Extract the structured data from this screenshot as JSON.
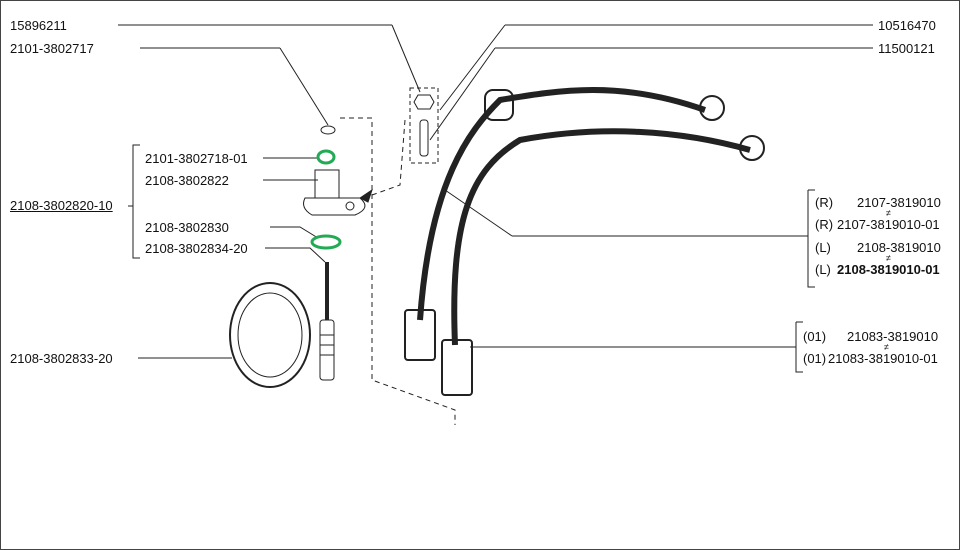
{
  "labels": {
    "top_left_1": "15896211",
    "top_left_2": "2101-3802717",
    "top_right_1": "10516470",
    "top_right_2": "11500121",
    "group_assembly": "2108-3802820-10",
    "item_ring": "2101-3802718-01",
    "item_housing": "2108-3802822",
    "item_washer": "2108-3802830",
    "item_shaft": "2108-3802834-20",
    "item_gear": "2108-3802833-20"
  },
  "cables_long": [
    {
      "prefix": "(R)",
      "part": "2107-3819010"
    },
    {
      "prefix": "(R)",
      "part": "2107-3819010-01"
    },
    {
      "prefix": "(L)",
      "part": "2108-3819010"
    },
    {
      "prefix": "(L)",
      "part": "2108-3819010-01"
    }
  ],
  "cables_short": [
    {
      "prefix": "(01)",
      "part": "21083-3819010"
    },
    {
      "prefix": "(01)",
      "part": "21083-3819010-01"
    }
  ],
  "not_equal_mark": "≠",
  "colors": {
    "highlight": "#22aa55",
    "line": "#222222"
  }
}
